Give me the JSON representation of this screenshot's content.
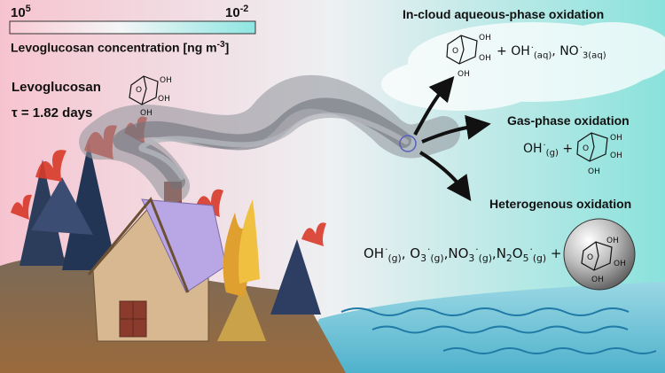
{
  "scale": {
    "max_base": "10",
    "max_exp": "5",
    "min_base": "10",
    "min_exp": "-2",
    "label_text": "Levoglucosan concentration [ng m",
    "label_exp": "-3",
    "label_close": "]",
    "gradient_colors": [
      "#f9cbd6",
      "#8ee6e2"
    ]
  },
  "compound": {
    "name": "Levoglucosan",
    "lifetime_symbol": "τ",
    "lifetime_value": "= 1.82 days"
  },
  "molecule": {
    "oh": "OH",
    "o": "O"
  },
  "pathways": {
    "in_cloud": {
      "title": "In-cloud aqueous-phase oxidation",
      "plus": "+",
      "oh": "OH",
      "oh_phase": "(aq)",
      "sep": ",",
      "no3": "NO",
      "no3_sub": "3",
      "no3_phase": "(aq)"
    },
    "gas": {
      "title": "Gas-phase oxidation",
      "oh": "OH",
      "oh_phase": "(g)",
      "plus": "+"
    },
    "hetero": {
      "title": "Heterogenous oxidation",
      "oh": "OH",
      "oh_phase": "(g)",
      "o3": "O",
      "o3_sub": "3",
      "o3_phase": "(g)",
      "no3": "NO",
      "no3_sub": "3",
      "no3_phase": "(g)",
      "n2o5_a": "N",
      "n2o5_b": "2",
      "n2o5_c": "O",
      "n2o5_d": "5",
      "n2o5_phase": "(g)",
      "sep": ",",
      "plus": "+"
    }
  },
  "colors": {
    "sky_left": "#f6c4d0",
    "sky_right": "#8ae2dc",
    "smoke": "#7c7f88",
    "fire": "#d83a2a",
    "ocean": "#5fbcd2",
    "ground": "#8a6a48"
  },
  "icons": [
    "fire-icon",
    "house-icon",
    "tree-icon",
    "smoke-plume-icon",
    "arrow-icon",
    "molecule-icon",
    "wave-icon"
  ]
}
